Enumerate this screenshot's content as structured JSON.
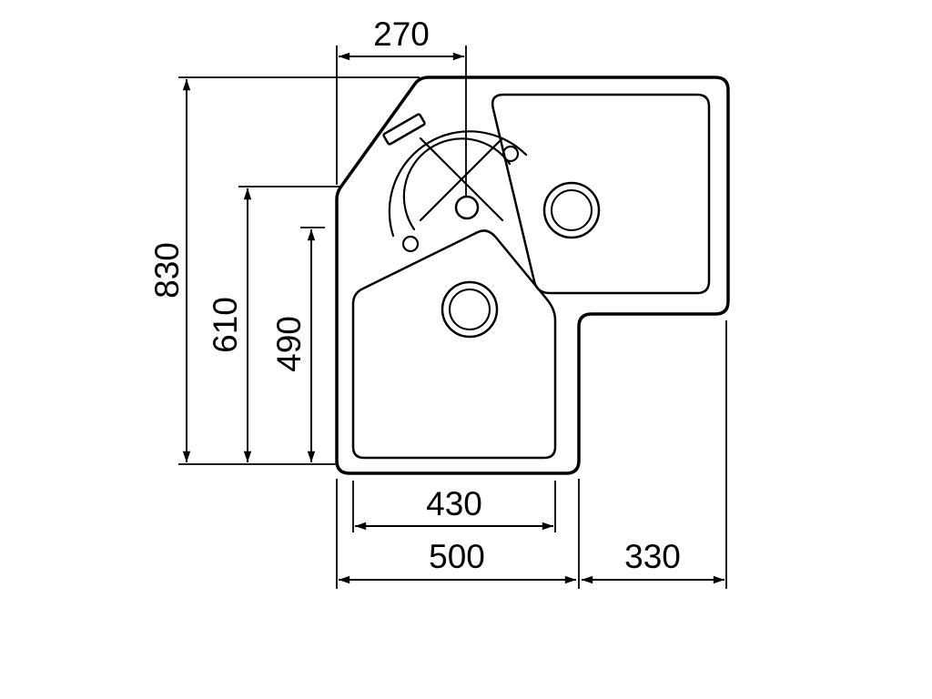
{
  "diagram": {
    "subject": "corner-sink-top-view-technical-drawing",
    "background_color": "#ffffff",
    "line_color": "#000000",
    "dimensions": {
      "corner_tap_offset": "270",
      "overall_depth": "830",
      "left_side_depth": "610",
      "bowl_depth": "490",
      "bowl_width": "430",
      "front_width": "500",
      "right_width": "330"
    }
  }
}
